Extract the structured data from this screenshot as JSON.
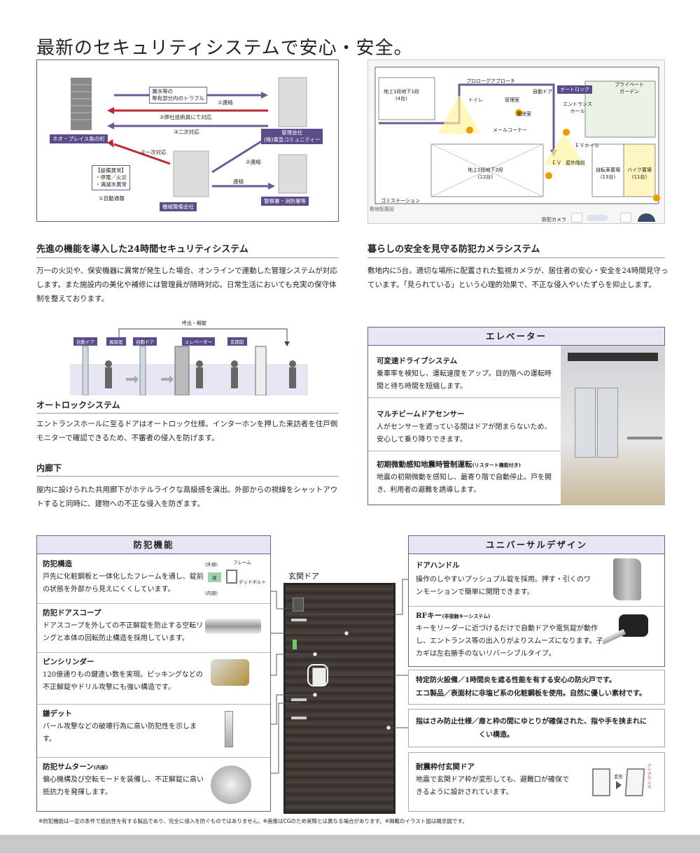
{
  "page_title": "最新のセキュリティシステムで安心・安全。",
  "security_diagram": {
    "building_label": "ネオ・プレイス魚の町",
    "management_label": "管理会社\n(株)東急コミュニティー",
    "guard_label": "機械警備会社",
    "police_label": "警察署・消防署等",
    "trouble_box": "漏水等の\n専有部分内のトラブル",
    "arrow1": "①連絡",
    "arrow2": "②弊社技術員にて対応",
    "arrow3": "③二次対応",
    "arrow4": "②一次対応",
    "arrow5": "②連絡",
    "arrow6": "連絡",
    "equipment_box": "【設備異常】\n・停電／火災\n・満減水異常",
    "auto_report": "①自動通報"
  },
  "site_map": {
    "caption": "敷地配置図",
    "labels": {
      "parking1": "地上1段地下1段\n(4台)",
      "prologue": "プロローグアプローチ",
      "toilet": "トイレ",
      "office": "管理室",
      "autodoor": "自動ドア",
      "autolock": "オートロック",
      "private_garden": "プライベート\nガーデン",
      "entrance_hall": "エントランス\nホール",
      "windroom": "風除室",
      "mailcorner": "メールコーナー",
      "ev_hall": "ＥＶホール",
      "parking2": "地上2段地下2段\n(12台)",
      "ev": "ＥＶ",
      "stairs": "屋外階段",
      "bike": "自転車置場\n(13台)",
      "moto": "バイク置場\n(11台)",
      "garbage": "ゴミステーション",
      "camera_legend": "防犯カメラ"
    }
  },
  "section_24h": {
    "title": "先進の機能を導入した24時間セキュリティシステム",
    "text": "万一の火災や、保安機器に異常が発生した場合、オンラインで連動した管理システムが対応します。また施設内の美化や補修には管理員が随時対応。日常生活においても充実の保守体制を整えております。"
  },
  "section_camera": {
    "title": "暮らしの安全を見守る防犯カメラシステム",
    "text": "敷地内に5台。適切な場所に配置された監視カメラが、居住者の安心・安全を24時間見守っています。「見られている」という心理的効果で、不正な侵入やいたずらを抑止します。"
  },
  "autolock_diagram": {
    "top_label": "呼出・解錠",
    "tags": [
      "自動ドア",
      "風除室",
      "自動ドア",
      "エレベーター",
      "玄関前"
    ]
  },
  "section_autolock": {
    "title": "オートロックシステム",
    "text": "エントランスホールに至るドアはオートロック仕様。インターホンを押した来訪者を住戸側モニターで確認できるため、不審者の侵入を防げます。"
  },
  "section_corridor": {
    "title": "内廊下",
    "text": "屋内に設けられた共用廊下がホテルライクな高級感を演出。外部からの視線をシャットアウトすると同時に、建物への不正な侵入を防ぎます。"
  },
  "elevator": {
    "header": "エレベーター",
    "items": [
      {
        "title": "可変速ドライブシステム",
        "text": "乗車率を検知し、運転速度をアップ。目的階への運転時間と待ち時間を短縮します。"
      },
      {
        "title": "マルチビームドアセンサー",
        "text": "人がセンサーを遮っている間はドアが閉まらないため、安心して乗り降りできます。"
      },
      {
        "title": "初期微動感知地震時管制運転",
        "note": "(リスタート機能付き)",
        "text": "地震の初期微動を感知し、最寄り階で自動停止。戸を開き、利用者の避難を誘導します。"
      }
    ]
  },
  "crime_prevention": {
    "header": "防犯機能",
    "frame_labels": {
      "outside": "(外部)",
      "inside": "(内部)",
      "frame": "フレーム",
      "deadbolt": "デッドボルト",
      "door": "扉"
    },
    "items": [
      {
        "title": "防犯構造",
        "text": "戸先に化粧鋼板と一体化したフレームを通し、錠前の状態を外部から見えにくくしています。"
      },
      {
        "title": "防犯ドアスコープ",
        "text": "ドアスコープを外しての不正解錠を防止する空転リングと本体の回転防止構造を採用しています。"
      },
      {
        "title": "ピンシリンダー",
        "text": "120億通りもの鍵違い数を実現。ピッキングなどの不正解錠やドリル攻撃にも強い構造です。"
      },
      {
        "title": "鎌デット",
        "text": "バール攻撃などの破壊行為に高い防犯性を示します。"
      },
      {
        "title": "防犯サムターン",
        "note": "(内部)",
        "text": "偏心機構及び空転モードを装備し、不正解錠に高い抵抗力を発揮します。"
      }
    ]
  },
  "door_label": "玄関ドア",
  "universal_design": {
    "header": "ユニバーサルデザイン",
    "items": [
      {
        "title": "ドアハンドル",
        "text": "操作のしやすいプッシュプル錠を採用。押す・引くのワンモーションで簡単に開閉できます。"
      },
      {
        "title": "RFキー",
        "note": "(非接触キーシステム)",
        "text": "キーをリーダーに近づけるだけで自動ドアや電気錠が動作し、エントランス等の出入りがよりスムーズになります。子カギは左右勝手のないリバーシブルタイプ。"
      }
    ]
  },
  "fire_door": {
    "line1": "特定防火設備／1時間炎を遮る性能を有する安心の防火戸です。",
    "line2": "エコ製品／表面材に非塩ビ系の化粧鋼板を使用。自然に優しい素材です。"
  },
  "finger_guard": {
    "title": "指はさみ防止仕様",
    "text1": "／扉と枠の間にゆとりが確保された、指や手を挟まれに",
    "text2": "くい構造。"
  },
  "seismic_door": {
    "title": "耐震枠付玄関ドア",
    "text": "地震で玄関ドア枠が変形しても、避難口が確保できるように設計されています。",
    "deform_label": "変形",
    "clearance_label": "クリアランス"
  },
  "footnote": "※防犯機能は一定の条件で抵抗性を有する製品であり、完全に侵入を防ぐものではありません。※画像はCGのため実際とは異なる場合があります。※掲載のイラスト図は概念図です。",
  "colors": {
    "accent": "#5b4b8a",
    "red": "#c0272d",
    "header_bg": "#e8e6f2"
  }
}
